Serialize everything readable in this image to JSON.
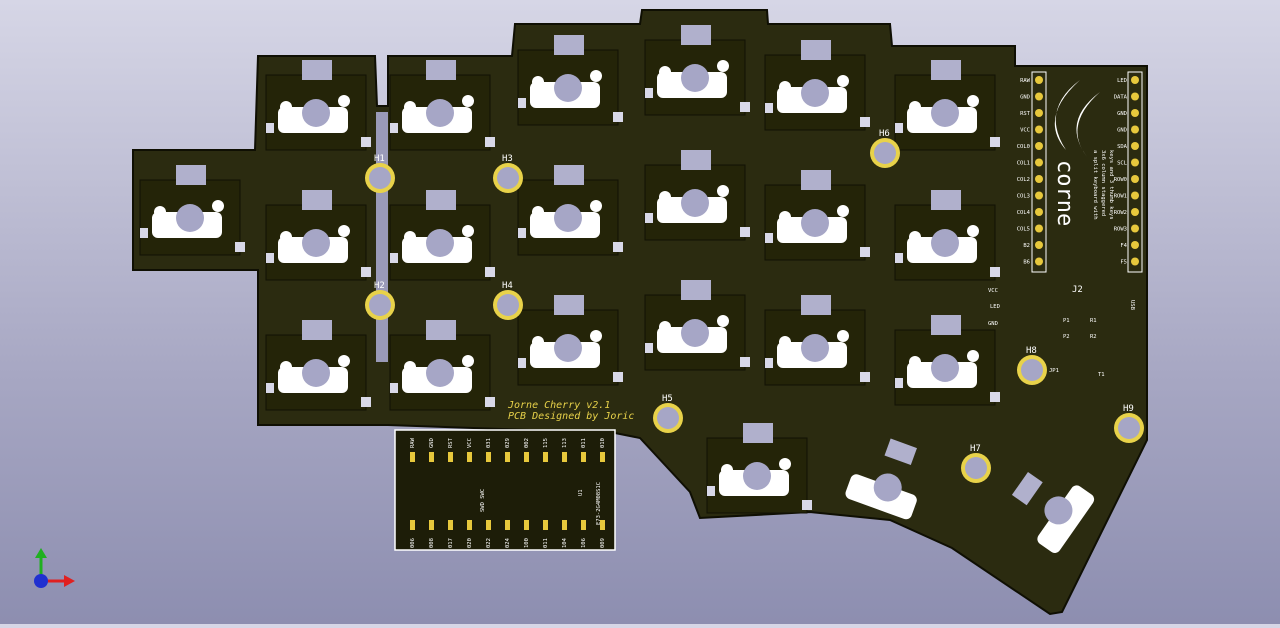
{
  "board": {
    "credit_line1": "Jorne Cherry v2.1",
    "credit_line2": "PCB Designed by Joric",
    "logo_text": "corne",
    "logo_tagline": [
      "a split keyboard with",
      "3x6 column staggered",
      "keys and 3 thumb keys"
    ]
  },
  "mounting_holes": [
    "H1",
    "H2",
    "H3",
    "H4",
    "H5",
    "H6",
    "H7",
    "H8",
    "H9"
  ],
  "power_labels": [
    "VCC",
    "LED",
    "GND"
  ],
  "header_pins_left": [
    "RAW",
    "GND",
    "RST",
    "VCC",
    "COL0",
    "COL1",
    "COL2",
    "COL3",
    "COL4",
    "COL5",
    "B2",
    "B6"
  ],
  "header_pins_right": [
    "LED",
    "DATA",
    "GND",
    "GND",
    "SDA",
    "SCL",
    "ROW0",
    "ROW1",
    "ROW2",
    "ROW3",
    "F4",
    "F5"
  ],
  "components": {
    "j2": "J2",
    "p1": "P1",
    "p2": "P2",
    "r1": "R1",
    "r2": "R2",
    "t1": "T1",
    "jp1": "JP1",
    "usb_label": "USB",
    "module_ref": "U1",
    "module_name": "E73-2G4M08S1C",
    "module_pins_top": [
      "RAW",
      "GND",
      "RST",
      "VCC",
      "031",
      "029",
      "002",
      "115",
      "113",
      "011",
      "010"
    ],
    "module_pins_bottom": [
      "006",
      "008",
      "017",
      "020",
      "022",
      "024",
      "100",
      "011",
      "104",
      "106",
      "009"
    ],
    "swd_label": "SWD SWC"
  },
  "axes_gizmo": {
    "x_color": "#e02020",
    "y_color": "#20b020",
    "z_color": "#2030d0"
  },
  "colors": {
    "board": "#2c2c11",
    "edge": "#121204",
    "silk": "#ffffff",
    "pad": "#e7c83c",
    "socket": "#a6a6c6"
  }
}
